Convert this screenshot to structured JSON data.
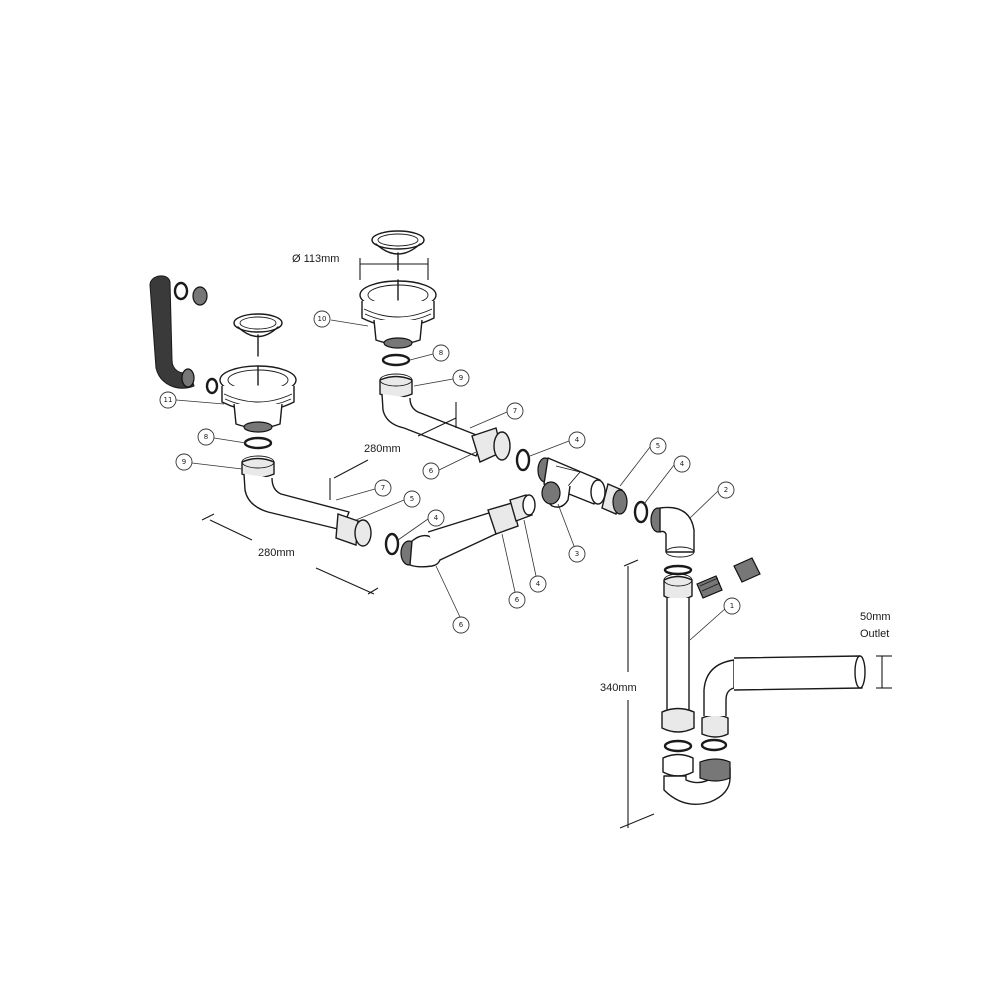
{
  "dimensions": {
    "strainer_diameter": "Ø 113mm",
    "pipe_length_upper": "280mm",
    "pipe_length_lower": "280mm",
    "trap_height": "340mm",
    "outlet_size": "50mm",
    "outlet_label": "Outlet"
  },
  "callouts": {
    "c10": "10",
    "c8a": "8",
    "c9a": "9",
    "c7a": "7",
    "c6a": "6",
    "c4a": "4",
    "c5a": "5",
    "c4b": "4",
    "c2": "2",
    "c3": "3",
    "c11": "11",
    "c8b": "8",
    "c9b": "9",
    "c7b": "7",
    "c5b": "5",
    "c4c": "4",
    "c6b": "6",
    "c4d": "4",
    "c6c": "6",
    "c1": "1"
  }
}
